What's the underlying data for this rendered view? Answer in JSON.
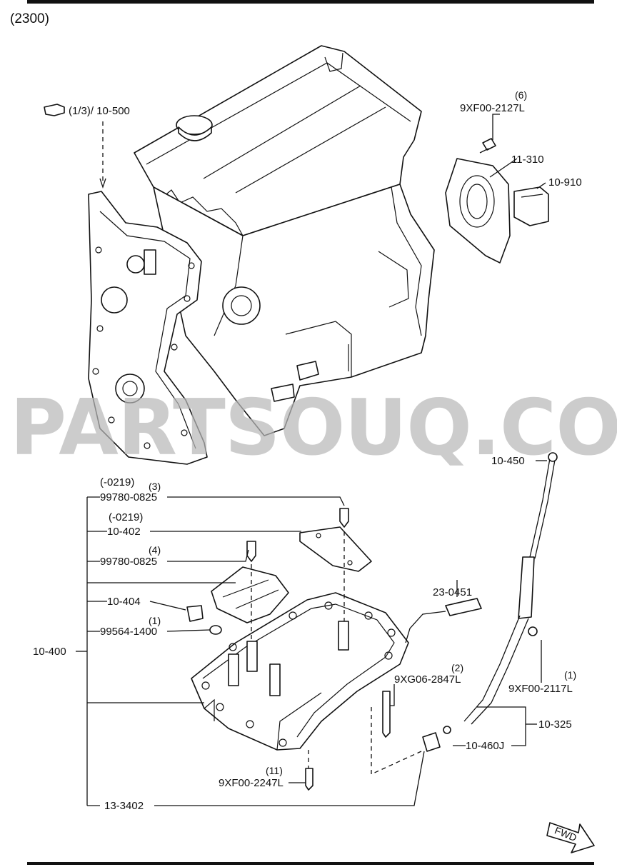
{
  "diagram_code": "(2300)",
  "watermark": "PARTSOUQ.COM",
  "ref_text": "(1/3)/ 10-500",
  "fwd_label": "FWD",
  "labels": {
    "qty6": "(6)",
    "bolt_9xf00_2127l": "9XF00-2127L",
    "p11_310": "11-310",
    "p10_910": "10-910",
    "p10_450": "10-450",
    "note_0219_a": "(-0219)",
    "qty3": "(3)",
    "bolt_99780_0825_a": "99780-0825",
    "note_0219_b": "(-0219)",
    "p10_402": "10-402",
    "qty4": "(4)",
    "bolt_99780_0825_b": "99780-0825",
    "p23_0451": "23-0451",
    "p10_404": "10-404",
    "qty1_a": "(1)",
    "p99564_1400": "99564-1400",
    "p10_400": "10-400",
    "qty2": "(2)",
    "bolt_9xg06_2847l": "9XG06-2847L",
    "qty1_b": "(1)",
    "bolt_9xf00_2117l": "9XF00-2117L",
    "p10_325": "10-325",
    "p10_460j": "10-460J",
    "qty11": "(11)",
    "bolt_9xf00_2247l": "9XF00-2247L",
    "p13_3402": "13-3402"
  }
}
